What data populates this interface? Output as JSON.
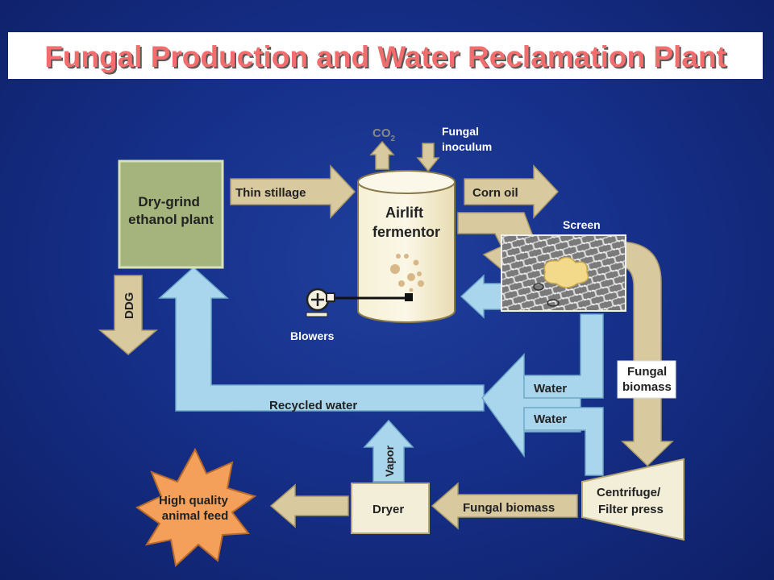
{
  "title": "Fungal Production and Water Reclamation Plant",
  "colors": {
    "background": "#16308a",
    "title_text": "#f26e6e",
    "tan_arrow": "#d8c99f",
    "blue_arrow": "#a9d6ec",
    "plant_box": "#a4b47c",
    "feed_burst": "#f4a05a",
    "box_fill": "#f3eed8"
  },
  "nodes": {
    "ethanol_plant": "Dry-grind ethanol plant",
    "fermentor": "Airlift fermentor",
    "screen": "Screen",
    "centrifuge": "Centrifuge/ Filter press",
    "dryer": "Dryer",
    "feed": "High quality animal feed",
    "blowers": "Blowers"
  },
  "flows": {
    "thin_stillage": "Thin stillage",
    "corn_oil": "Corn oil",
    "ddg": "DDG",
    "co2": "CO",
    "co2_sub": "2",
    "fungal_inoculum": "Fungal inoculum",
    "fungal_biomass_down": "Fungal biomass",
    "water_1": "Water",
    "water_2": "Water",
    "recycled_water": "Recycled water",
    "vapor": "Vapor",
    "fungal_biomass_left": "Fungal biomass"
  }
}
